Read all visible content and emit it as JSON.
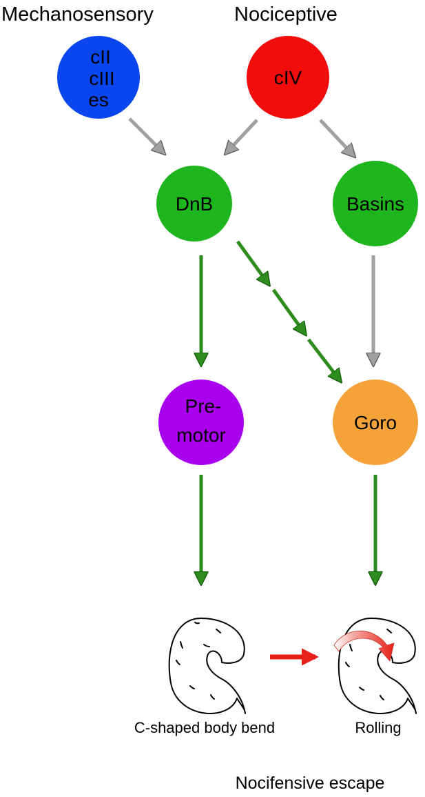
{
  "headers": {
    "mechanosensory": "Mechanosensory",
    "nociceptive": "Nociceptive"
  },
  "nodes": {
    "mech": {
      "lines": [
        "cII",
        "cIII",
        "es"
      ],
      "color": "#0a46f0"
    },
    "civ": {
      "lines": [
        "cIV"
      ],
      "color": "#f20d0d"
    },
    "dnb": {
      "lines": [
        "DnB"
      ],
      "color": "#1fb51f"
    },
    "basins": {
      "lines": [
        "Basins"
      ],
      "color": "#1fb51f"
    },
    "premotor": {
      "lines": [
        "Pre-",
        "motor"
      ],
      "color": "#a900f0"
    },
    "goro": {
      "lines": [
        "Goro"
      ],
      "color": "#f6a23a"
    }
  },
  "arrow_colors": {
    "gray": "#a0a0a0",
    "green": "#2e8b1e",
    "red": "#e8201a"
  },
  "captions": {
    "left": "C-shaped body bend",
    "right": "Rolling",
    "bottom": "Nocifensive escape"
  }
}
